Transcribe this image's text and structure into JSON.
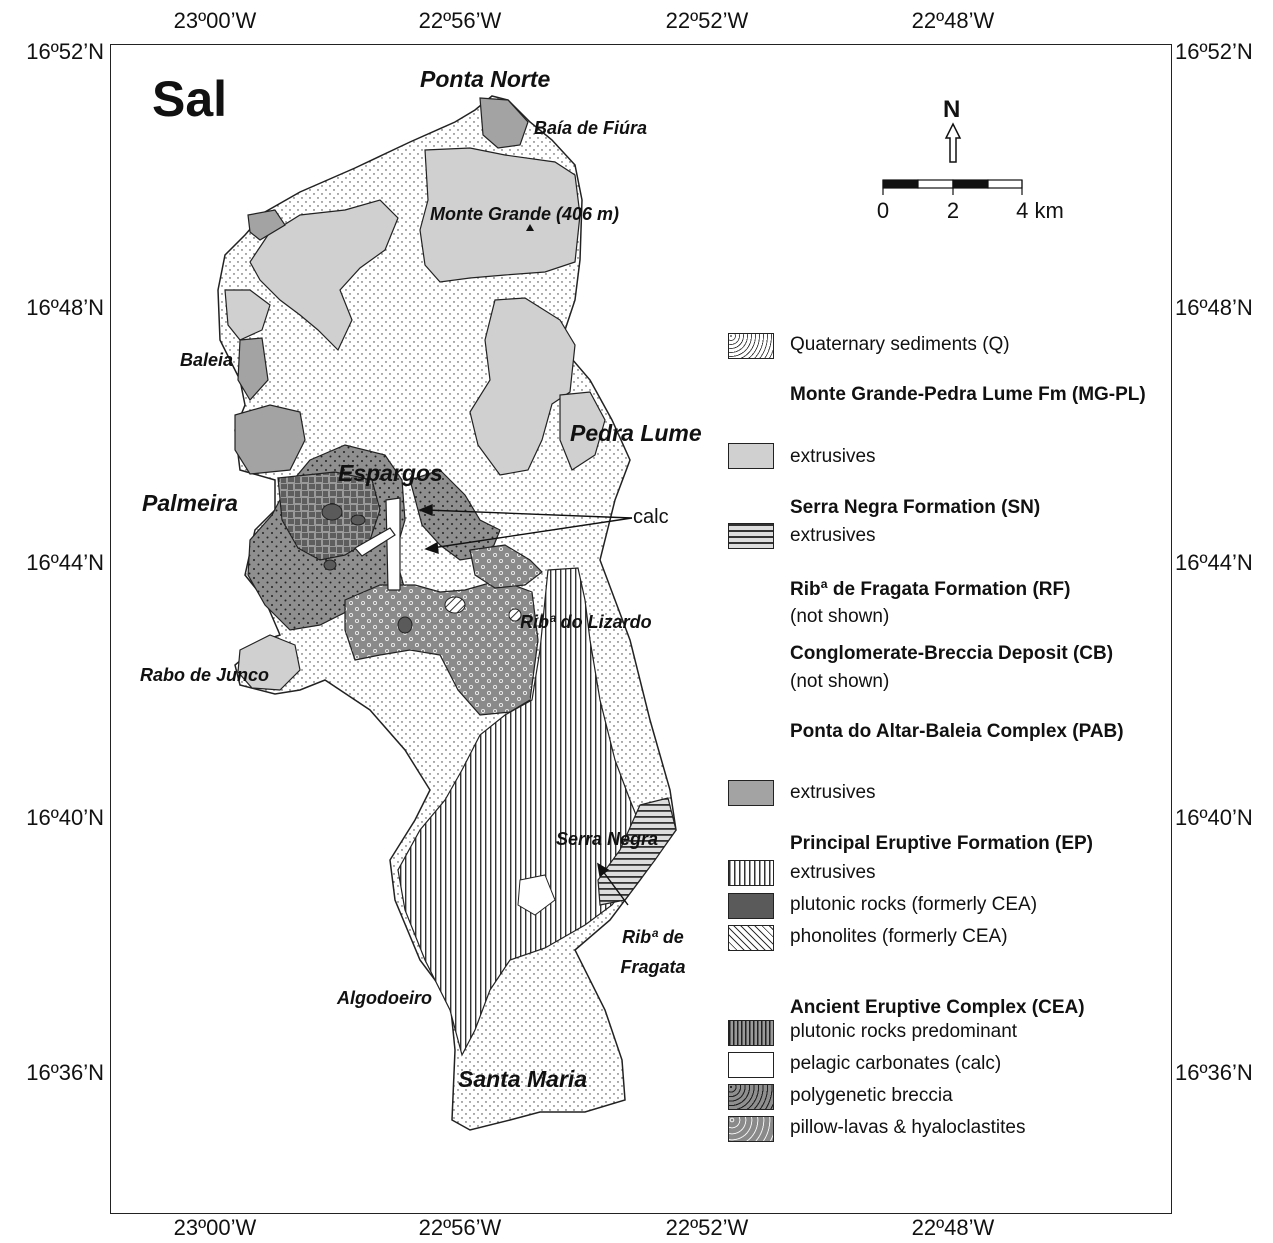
{
  "title": "Sal",
  "axes": {
    "lon": [
      "23º00’W",
      "22º56’W",
      "22º52’W",
      "22º48’W"
    ],
    "lat": [
      "16º52’N",
      "16º48’N",
      "16º44’N",
      "16º40’N",
      "16º36’N"
    ]
  },
  "north_label": "N",
  "scale": {
    "ticks": [
      "0",
      "2",
      "4 km"
    ]
  },
  "places": {
    "ponta_norte": "Ponta Norte",
    "baia_de_fiura": "Baía de Fiúra",
    "monte_grande": "Monte Grande (406 m)",
    "baleia": "Baleia",
    "pedra_lume": "Pedra Lume",
    "espargos": "Espargos",
    "palmeira": "Palmeira",
    "rib_lizardo": "Ribª do Lizardo",
    "rabo_de_junco": "Rabo de Junco",
    "serra_negra": "Serra Negra",
    "rib_fragata": "Ribª de Fragata",
    "algodoeiro": "Algodoeiro",
    "santa_maria": "Santa Maria"
  },
  "calc_label": "calc",
  "legend": {
    "quaternary": "Quaternary sediments (Q)",
    "mgpl_head": "Monte Grande-Pedra Lume Fm (MG-PL)",
    "mgpl_ext": "extrusives",
    "sn_head": "Serra Negra Formation (SN)",
    "sn_ext": "extrusives",
    "rf_head": "Ribª de Fragata Formation (RF)",
    "rf_note": "(not shown)",
    "cb_head": "Conglomerate-Breccia Deposit (CB)",
    "cb_note": "(not shown)",
    "pab_head": "Ponta do Altar-Baleia Complex (PAB)",
    "pab_ext": "extrusives",
    "ep_head": "Principal Eruptive Formation (EP)",
    "ep_ext": "extrusives",
    "ep_plut": "plutonic rocks (formerly CEA)",
    "ep_phon": "phonolites (formerly CEA)",
    "cea_head": "Ancient Eruptive Complex (CEA)",
    "cea_plut": "plutonic rocks predominant",
    "cea_calc": "pelagic carbonates (calc)",
    "cea_brec": "polygenetic breccia",
    "cea_pillow": "pillow-lavas & hyaloclastites"
  },
  "colors": {
    "mgpl": "#d0d0d0",
    "pab": "#a3a3a3",
    "dark": "#5a5a5a",
    "outline": "#222222"
  }
}
